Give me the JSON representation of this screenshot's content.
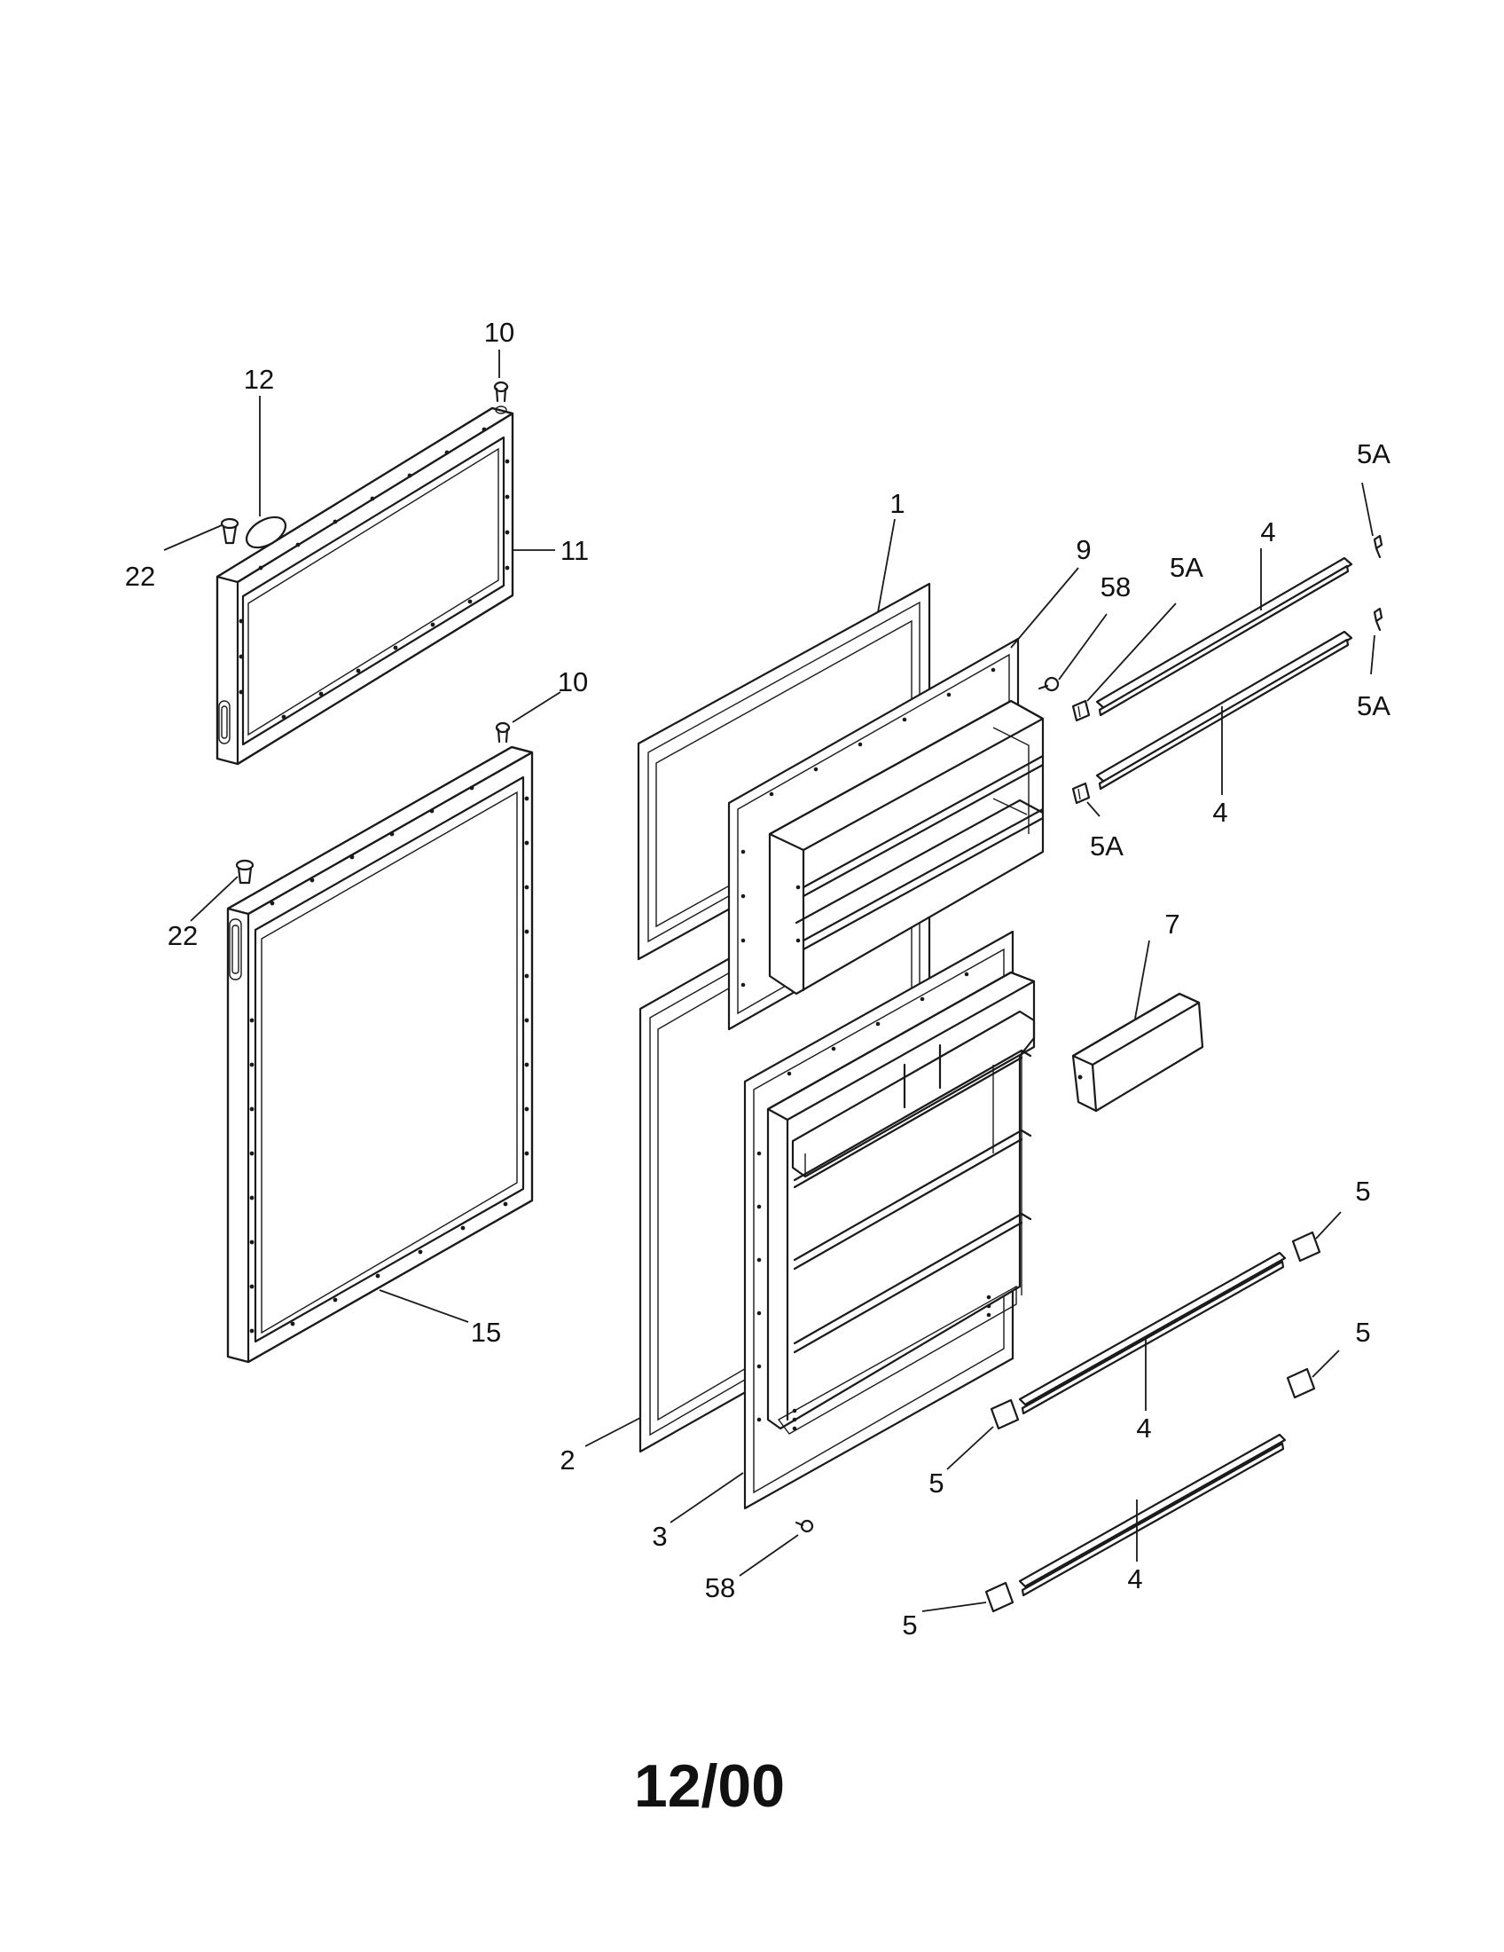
{
  "diagram": {
    "date_code": "12/00",
    "callouts": {
      "c1": "1",
      "c2": "2",
      "c3": "3",
      "c4a": "4",
      "c4b": "4",
      "c4c": "4",
      "c4d": "4",
      "c5a": "5",
      "c5b": "5",
      "c5c": "5",
      "c5d": "5",
      "c5Aa": "5A",
      "c5Ab": "5A",
      "c5Ac": "5A",
      "c5Ad": "5A",
      "c7": "7",
      "c9": "9",
      "c10a": "10",
      "c10b": "10",
      "c11": "11",
      "c12": "12",
      "c15": "15",
      "c22a": "22",
      "c22b": "22",
      "c58a": "58",
      "c58b": "58"
    }
  }
}
